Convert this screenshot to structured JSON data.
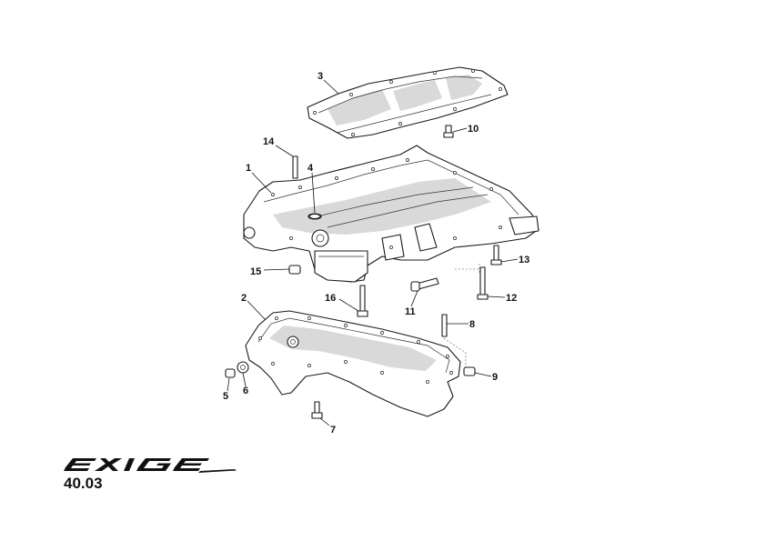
{
  "callouts": [
    {
      "id": "1",
      "label": "1"
    },
    {
      "id": "2",
      "label": "2"
    },
    {
      "id": "3",
      "label": "3"
    },
    {
      "id": "4",
      "label": "4"
    },
    {
      "id": "5",
      "label": "5"
    },
    {
      "id": "6",
      "label": "6"
    },
    {
      "id": "7",
      "label": "7"
    },
    {
      "id": "8",
      "label": "8"
    },
    {
      "id": "9",
      "label": "9"
    },
    {
      "id": "10",
      "label": "10"
    },
    {
      "id": "11",
      "label": "11"
    },
    {
      "id": "12",
      "label": "12"
    },
    {
      "id": "13",
      "label": "13"
    },
    {
      "id": "14",
      "label": "14"
    },
    {
      "id": "15",
      "label": "15"
    },
    {
      "id": "16",
      "label": "16"
    }
  ],
  "brand": {
    "logo_text": "EXIGE"
  },
  "page_number": "40.03"
}
